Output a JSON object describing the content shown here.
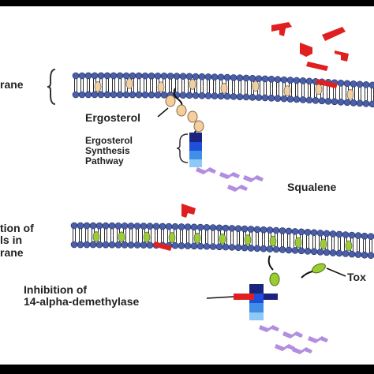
{
  "labels": {
    "membrane_top": "rane",
    "ergosterol": "Ergosterol",
    "pathway": [
      "Ergosterol",
      "Synthesis",
      "Pathway"
    ],
    "squalene": "Squalene",
    "accumulation": [
      "tion of",
      "ls in",
      "rane"
    ],
    "inhibition": [
      "Inhibition of",
      "14-alpha-demethylase"
    ],
    "toxic": "Tox"
  },
  "colors": {
    "lipid_head": "#4a5fa8",
    "lipid_tail": "#2b2b2b",
    "ergosterol": "#f3cfa0",
    "toxic_sterol": "#9acd32",
    "drug": "#e02020",
    "squalene": "#b28ee0",
    "enzyme": [
      "#1a237e",
      "#1e4fd8",
      "#3f8ee8",
      "#8ec8f5"
    ]
  },
  "icons": [
    "drug-molecule-icon",
    "ergosterol-molecule-icon",
    "toxic-sterol-icon",
    "enzyme-stack-icon",
    "squalene-molecule-icon"
  ]
}
